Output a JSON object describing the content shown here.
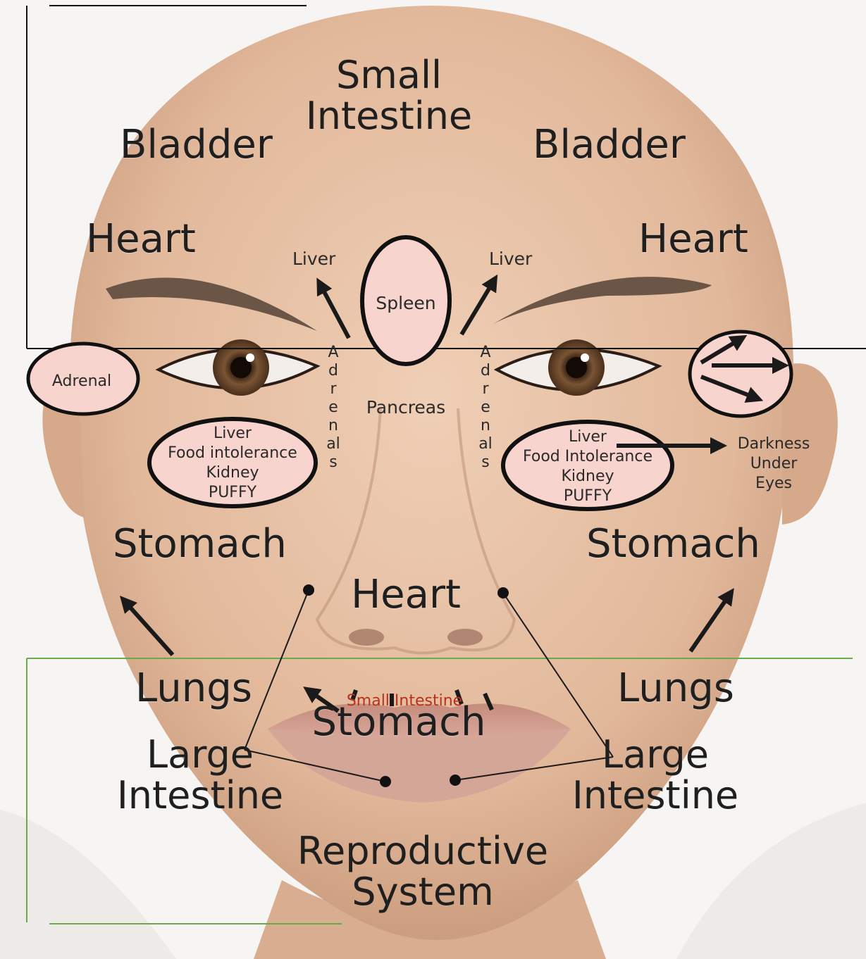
{
  "labels": {
    "small_intestine_top": [
      "Small",
      "Intestine"
    ],
    "bladder_left": "Bladder",
    "bladder_right": "Bladder",
    "heart_left": "Heart",
    "heart_right": "Heart",
    "liver_left": "Liver",
    "liver_right": "Liver",
    "spleen": "Spleen",
    "adrenal": "Adrenal",
    "pancreas": "Pancreas",
    "adrenals_left": "Adrenals",
    "adrenals_right": "Adrenals",
    "under_eye_left": [
      "Liver",
      "Food intolerance",
      "Kidney",
      "PUFFY"
    ],
    "under_eye_right": [
      "Liver",
      "Food Intolerance",
      "Kidney",
      "PUFFY"
    ],
    "darkness_under_eyes": [
      "Darkness",
      "Under",
      "Eyes"
    ],
    "stomach_left": "Stomach",
    "stomach_right": "Stomach",
    "heart_nose": "Heart",
    "lungs_left": "Lungs",
    "lungs_right": "Lungs",
    "small_intestine_lip": "Small Intestine",
    "stomach_mouth": "Stomach",
    "large_intestine_left": [
      "Large",
      "Intestine"
    ],
    "large_intestine_right": [
      "Large",
      "Intestine"
    ],
    "reproductive_system": [
      "Reproductive",
      "System"
    ]
  },
  "colors": {
    "skin": "#e8c3a6",
    "skin_shadow": "#c99a7c",
    "oval_fill": "#f7d4cd",
    "oval_stroke": "#111111",
    "text": "#1f1f1f",
    "accent_red": "#b8311e",
    "frame_top": "#111111",
    "frame_bottom": "#6aaa4a"
  }
}
